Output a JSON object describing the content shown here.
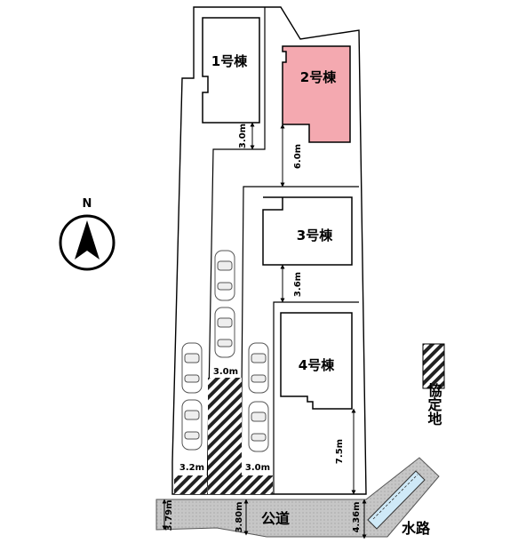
{
  "north": {
    "letter": "N"
  },
  "buildings": {
    "b1": "1号棟",
    "b2": "2号棟",
    "b3": "3号棟",
    "b4": "4号棟"
  },
  "dimensions": {
    "d_b1": "3.0m",
    "d_b2": "6.0m",
    "d_b3": "3.6m",
    "d_b4": "7.5m",
    "d_center_strip": "3.0m",
    "d_left_bottom": "3.2m",
    "d_right_bottom": "3.0m",
    "d_road_left": "3.79m",
    "d_road_mid": "3.80m",
    "d_road_right": "4.36m"
  },
  "labels": {
    "road": "公道",
    "waterway": "水路",
    "agreement": "協定地"
  },
  "colors": {
    "building_2_fill": "#f4a9b0",
    "road_fill": "#c8c8c8",
    "waterway_fill": "#aad8f0"
  }
}
